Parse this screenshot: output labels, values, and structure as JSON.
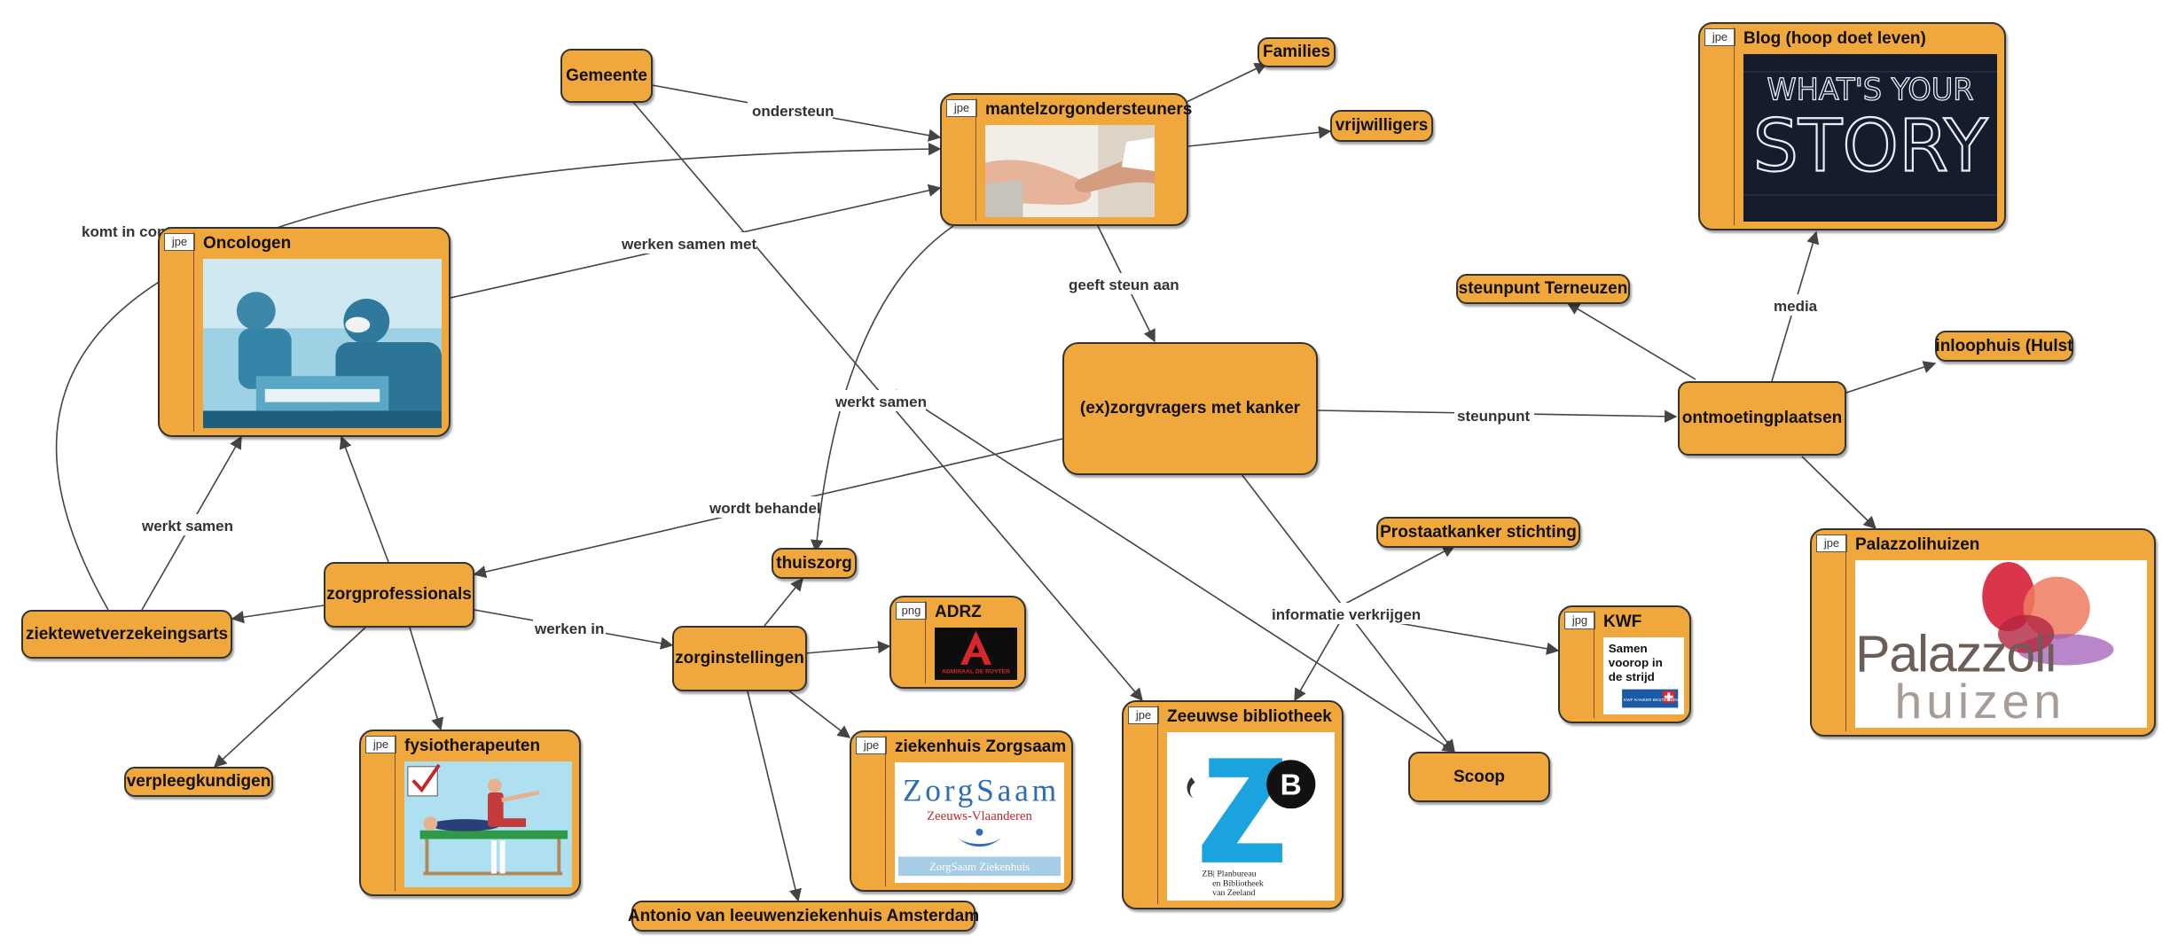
{
  "nodes": {
    "gemeente": "Gemeente",
    "families": "Families",
    "mantelzorg": "mantelzorgondersteuners",
    "vrijwilligers": "vrijwilligers",
    "blog": "Blog (hoop doet leven)",
    "oncologen": "Oncologen",
    "steunpunt_terneuzen": "steunpunt Terneuzen",
    "inloophuis": "inloophuis (Hulst",
    "zorgvragers": "(ex)zorgvragers met kanker",
    "ontmoetingsplaatsen": "ontmoetingplaatsen",
    "prostaatkanker": "Prostaatkanker stichting",
    "thuiszorg": "thuiszorg",
    "adrz": "ADRZ",
    "palazzoli": "Palazzolihuizen",
    "zorgprofessionals": "zorgprofessionals",
    "ziektewet": "ziektewetverzekeingsarts",
    "zorginstellingen": "zorginstellingen",
    "kwf": "KWF",
    "zeeuwse_bib": "Zeeuwse bibliotheek",
    "zorgsaam": "ziekenhuis Zorgsaam",
    "fysio": "fysiotherapeuten",
    "verpleegkundigen": "verpleegkundigen",
    "scoop": "Scoop",
    "antonio": "Antonio van leeuwenziekenhuis Amsterdam"
  },
  "file_tags": {
    "mantelzorg": "jpe",
    "blog": "jpe",
    "oncologen": "jpe",
    "adrz": "png",
    "palazzoli": "jpe",
    "kwf": "jpg",
    "zeeuwse_bib": "jpe",
    "zorgsaam": "jpe",
    "fysio": "jpe"
  },
  "edge_labels": {
    "ondersteun": "ondersteun",
    "komt_in_contact": "komt in contact",
    "werken_samen_met": "werken samen met",
    "geeft_steun_aan": "geeft steun aan",
    "werkt_samen_top": "werkt samen",
    "werkt_samen_left": "werkt samen",
    "steunpunt": "steunpunt",
    "media": "media",
    "wordt_behandel": "wordt behandel",
    "werken_in": "werken in",
    "informatie_verkrijgen": "informatie verkrijgen"
  },
  "image_text": {
    "blog_line1": "WHAT'S YOUR",
    "blog_line2": "STORY",
    "adrz_logo": "ADMIRAAL DE RUYTER",
    "kwf_text": [
      "Samen",
      "voorop in",
      "de strijd"
    ],
    "kwf_logo": "KWF KANKER BESTRIJDING",
    "zorgsaam_line1": "ZorgSaam",
    "zorgsaam_line2": "Zeeuws-Vlaanderen",
    "zorgsaam_line3": "ZorgSaam Ziekenhuis",
    "zb_letter": "B",
    "zb_caption": [
      "ZB| Planbureau",
      "en Bibliotheek",
      "van Zeeland"
    ],
    "palazzoli_line1": "Palazzoli",
    "palazzoli_line2": "huizen"
  },
  "colors": {
    "node_fill": "#f0a73b",
    "node_border": "#333333",
    "edge": "#444444"
  }
}
